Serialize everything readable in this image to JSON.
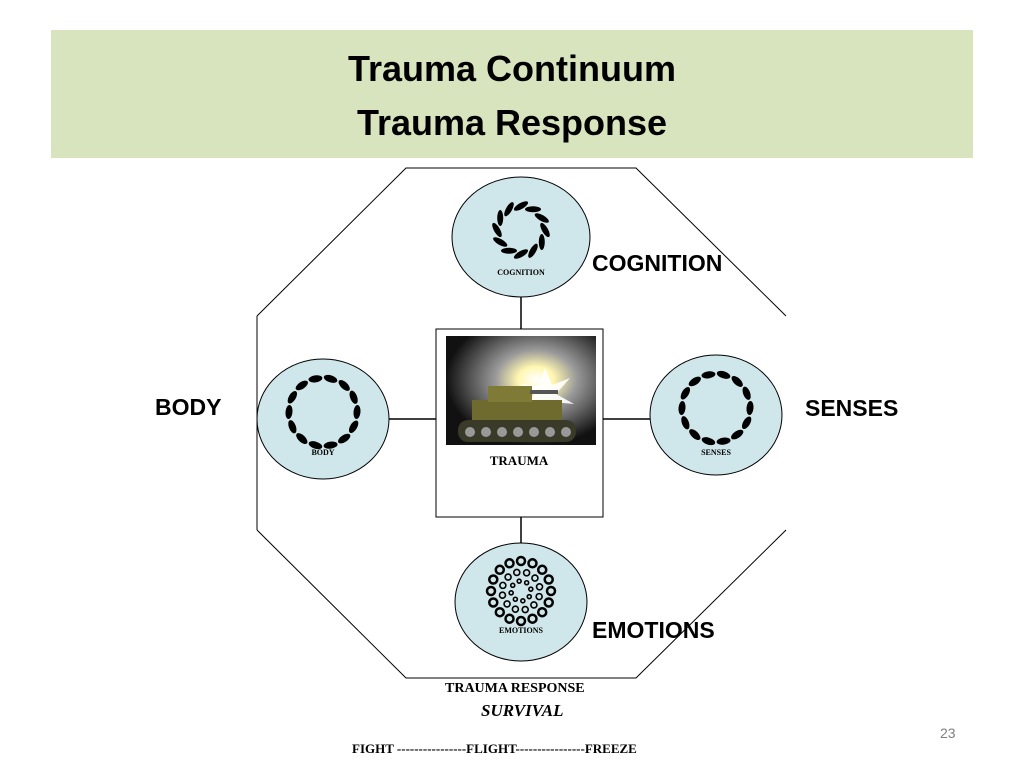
{
  "title": {
    "line1": "Trauma Continuum",
    "line2": "Trauma Response"
  },
  "diagram": {
    "center_label": "TRAUMA",
    "nodes": {
      "cognition": {
        "inner_label": "COGNITION",
        "outer_label": "COGNITION"
      },
      "body": {
        "inner_label": "BODY",
        "outer_label": "BODY"
      },
      "senses": {
        "inner_label": "SENSES",
        "outer_label": "SENSES"
      },
      "emotions": {
        "inner_label": "EMOTIONS",
        "outer_label": "EMOTIONS"
      }
    },
    "node_fill": "#cfe6ea"
  },
  "footer": {
    "response_label": "TRAUMA RESPONSE",
    "survival_label": "SURVIVAL",
    "spectrum": "FIGHT ----------------FLIGHT----------------FREEZE"
  },
  "page_number": "23",
  "colors": {
    "title_bar": "#d7e4bd",
    "node_fill": "#cfe6ea"
  }
}
